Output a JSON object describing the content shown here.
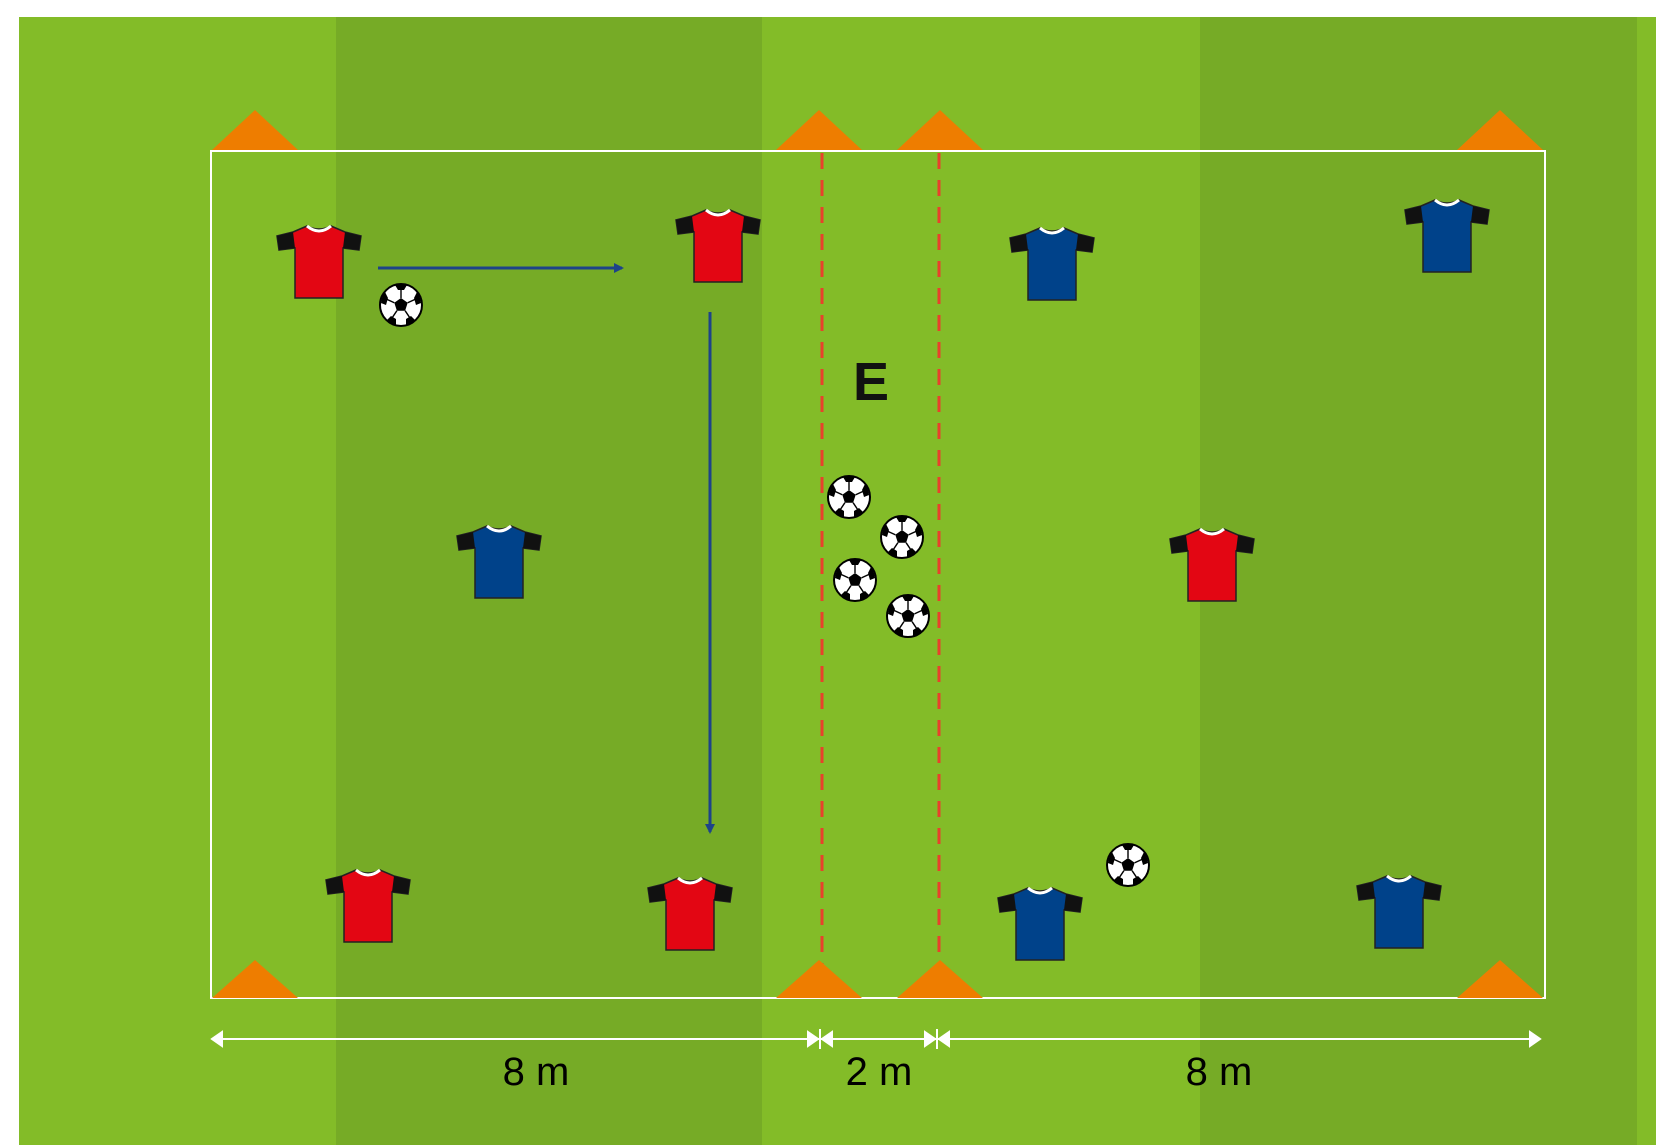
{
  "diagram": {
    "zone_label": "E",
    "measurements": [
      {
        "id": "left",
        "label": "8 m"
      },
      {
        "id": "middle",
        "label": "2 m"
      },
      {
        "id": "right",
        "label": "8 m"
      }
    ]
  },
  "legend_icons": {
    "red_team": "red-jersey-icon",
    "blue_team": "blue-jersey-icon",
    "ball": "soccer-ball-icon",
    "cone": "orange-cone-icon",
    "arrow": "pass-arrow-icon"
  },
  "colors": {
    "grass_light": "#83bc28",
    "grass_dark": "#76ab26",
    "red_team": "#e30613",
    "blue_team": "#00428a",
    "cone": "#ee7d00",
    "zone_line": "#e8412c",
    "arrow": "#1d4389",
    "boundary": "#ffffff"
  }
}
